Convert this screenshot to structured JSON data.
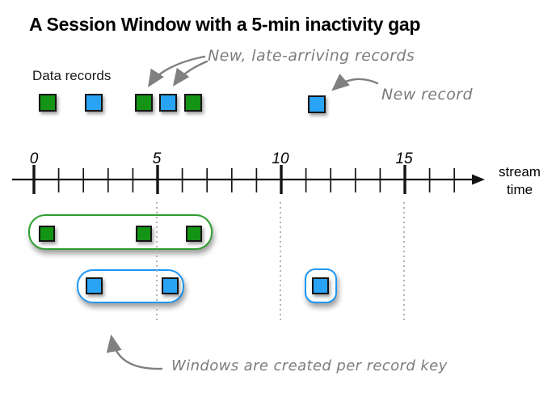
{
  "title": "A Session Window with a 5-min inactivity gap",
  "legend": {
    "data_records_label": "Data records"
  },
  "annotations": {
    "late_arriving": "New, late-arriving records",
    "new_record": "New record",
    "windows_per_key": "Windows are created per record key"
  },
  "axis": {
    "tick_labels": [
      "0",
      "5",
      "10",
      "15"
    ],
    "name_line1": "stream",
    "name_line2": "time"
  },
  "colors": {
    "record_green": "#149414",
    "record_blue": "#29a3f5",
    "window_green": "#2f9e2f",
    "window_blue": "#1f97f4",
    "annotation": "#7c7c7c",
    "axis": "#141414",
    "dotted": "#b3b3b3"
  },
  "diagram": {
    "inactivity_gap_min": 5,
    "top_records": [
      {
        "key": "green",
        "time": 0.5
      },
      {
        "key": "blue",
        "time": 2.4
      },
      {
        "key": "green",
        "time": 4.4,
        "note": "late-arriving"
      },
      {
        "key": "blue",
        "time": 5.4,
        "note": "late-arriving"
      },
      {
        "key": "green",
        "time": 6.4,
        "note": "late-arriving"
      },
      {
        "key": "blue",
        "time": 11.5,
        "note": "new record"
      }
    ],
    "windows": [
      {
        "key": "green",
        "start": 0,
        "end": 7,
        "records_at": [
          0.5,
          4.4,
          6.5
        ]
      },
      {
        "key": "blue",
        "start": 2,
        "end": 6,
        "records_at": [
          2.4,
          5.5
        ]
      },
      {
        "key": "blue",
        "start": 11,
        "end": 12,
        "records_at": [
          11.6
        ]
      }
    ]
  }
}
